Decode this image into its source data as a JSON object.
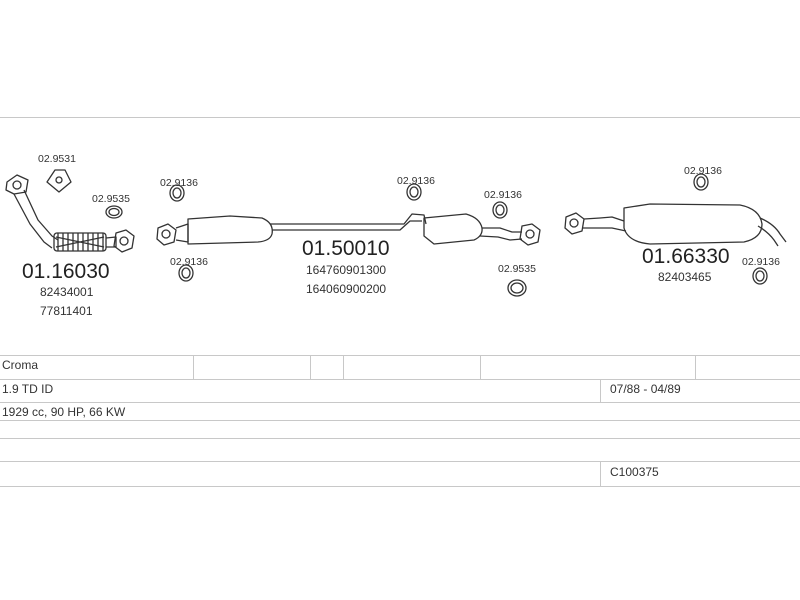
{
  "diagram": {
    "parts": [
      {
        "part_number": "01.16030",
        "oe_numbers": [
          "82434001",
          "77811401"
        ]
      },
      {
        "part_number": "01.50010",
        "oe_numbers": [
          "164760901300",
          "164060900200"
        ]
      },
      {
        "part_number": "01.66330",
        "oe_numbers": [
          "82403465"
        ]
      }
    ],
    "fittings": {
      "f1": "02.9531",
      "f2": "02.9535",
      "f3": "02.9136",
      "f4": "02.9136",
      "f5": "02.9136",
      "f6": "02.9136",
      "f7": "02.9535",
      "f8": "02.9136",
      "f9": "02.9136"
    }
  },
  "table": {
    "model": "Croma",
    "engine": "1.9 TD ID",
    "years": "07/88 - 04/89",
    "specs": "1929 cc, 90 HP, 66 KW",
    "code": "C100375"
  }
}
